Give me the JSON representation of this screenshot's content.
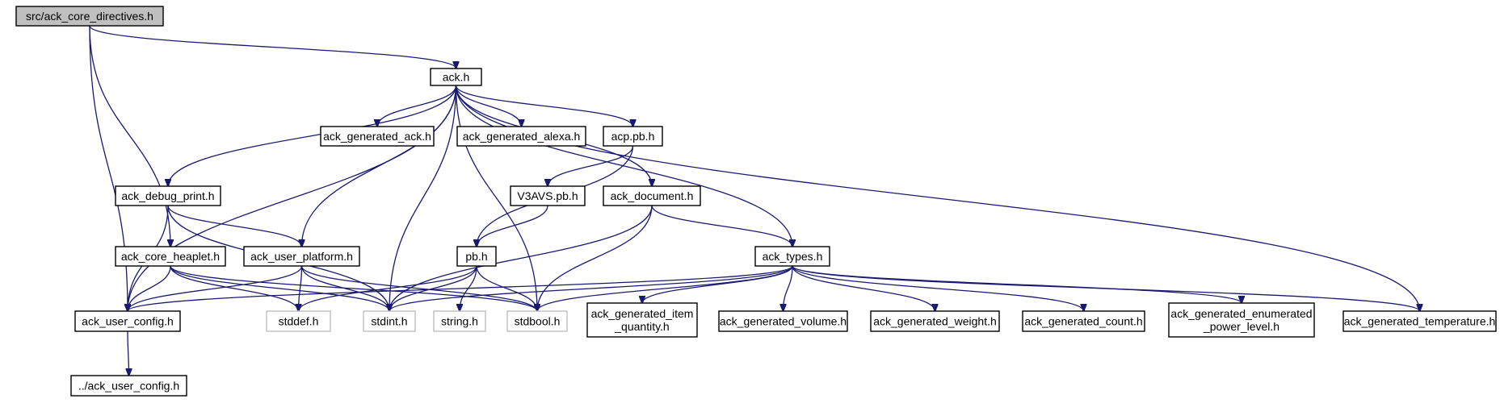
{
  "colors": {
    "edge": "#191970",
    "node_border": "#000000",
    "root_fill": "#bfbfbf",
    "node_fill": "#ffffff",
    "system_border": "#bfbfbf"
  },
  "nodes": [
    {
      "id": "src_ack_core_directives",
      "label": "src/ack_core_directives.h",
      "kind": "root"
    },
    {
      "id": "ack_h",
      "label": "ack.h",
      "kind": "file"
    },
    {
      "id": "ack_generated_ack",
      "label": "ack_generated_ack.h",
      "kind": "file"
    },
    {
      "id": "ack_generated_alexa",
      "label": "ack_generated_alexa.h",
      "kind": "file"
    },
    {
      "id": "acp_pb",
      "label": "acp.pb.h",
      "kind": "file"
    },
    {
      "id": "ack_debug_print",
      "label": "ack_debug_print.h",
      "kind": "file"
    },
    {
      "id": "v3avs_pb",
      "label": "V3AVS.pb.h",
      "kind": "file"
    },
    {
      "id": "ack_document",
      "label": "ack_document.h",
      "kind": "file"
    },
    {
      "id": "ack_core_heaplet",
      "label": "ack_core_heaplet.h",
      "kind": "file"
    },
    {
      "id": "ack_user_platform",
      "label": "ack_user_platform.h",
      "kind": "file"
    },
    {
      "id": "pb_h",
      "label": "pb.h",
      "kind": "file"
    },
    {
      "id": "ack_types",
      "label": "ack_types.h",
      "kind": "file"
    },
    {
      "id": "ack_user_config",
      "label": "ack_user_config.h",
      "kind": "file"
    },
    {
      "id": "stddef",
      "label": "stddef.h",
      "kind": "system"
    },
    {
      "id": "stdint",
      "label": "stdint.h",
      "kind": "system"
    },
    {
      "id": "string_h",
      "label": "string.h",
      "kind": "system"
    },
    {
      "id": "stdbool",
      "label": "stdbool.h",
      "kind": "system"
    },
    {
      "id": "ack_generated_item_quantity",
      "label": "ack_generated_item\n_quantity.h",
      "kind": "file"
    },
    {
      "id": "ack_generated_volume",
      "label": "ack_generated_volume.h",
      "kind": "file"
    },
    {
      "id": "ack_generated_weight",
      "label": "ack_generated_weight.h",
      "kind": "file"
    },
    {
      "id": "ack_generated_count",
      "label": "ack_generated_count.h",
      "kind": "file"
    },
    {
      "id": "ack_generated_enumerated_power_level",
      "label": "ack_generated_enumerated\n_power_level.h",
      "kind": "file"
    },
    {
      "id": "ack_generated_temperature",
      "label": "ack_generated_temperature.h",
      "kind": "file"
    },
    {
      "id": "parent_ack_user_config",
      "label": "../ack_user_config.h",
      "kind": "file"
    }
  ],
  "edges": [
    [
      "src_ack_core_directives",
      "ack_h"
    ],
    [
      "src_ack_core_directives",
      "ack_core_heaplet"
    ],
    [
      "src_ack_core_directives",
      "ack_user_config"
    ],
    [
      "ack_h",
      "ack_generated_ack"
    ],
    [
      "ack_h",
      "ack_generated_alexa"
    ],
    [
      "ack_h",
      "acp_pb"
    ],
    [
      "ack_h",
      "ack_debug_print"
    ],
    [
      "ack_h",
      "ack_document"
    ],
    [
      "ack_h",
      "ack_user_platform"
    ],
    [
      "ack_h",
      "ack_types"
    ],
    [
      "ack_h",
      "ack_user_config"
    ],
    [
      "ack_h",
      "stdint"
    ],
    [
      "ack_h",
      "stdbool"
    ],
    [
      "ack_h",
      "ack_generated_temperature"
    ],
    [
      "acp_pb",
      "v3avs_pb"
    ],
    [
      "acp_pb",
      "pb_h"
    ],
    [
      "v3avs_pb",
      "pb_h"
    ],
    [
      "ack_debug_print",
      "ack_user_platform"
    ],
    [
      "ack_debug_print",
      "ack_user_config"
    ],
    [
      "ack_debug_print",
      "stdint"
    ],
    [
      "ack_document",
      "ack_types"
    ],
    [
      "ack_document",
      "stdint"
    ],
    [
      "ack_document",
      "stdbool"
    ],
    [
      "ack_core_heaplet",
      "ack_user_config"
    ],
    [
      "ack_core_heaplet",
      "stddef"
    ],
    [
      "ack_core_heaplet",
      "stdint"
    ],
    [
      "ack_core_heaplet",
      "stdbool"
    ],
    [
      "ack_user_platform",
      "ack_user_config"
    ],
    [
      "ack_user_platform",
      "stddef"
    ],
    [
      "ack_user_platform",
      "stdint"
    ],
    [
      "ack_user_platform",
      "stdbool"
    ],
    [
      "pb_h",
      "stddef"
    ],
    [
      "pb_h",
      "stdint"
    ],
    [
      "pb_h",
      "string_h"
    ],
    [
      "pb_h",
      "stdbool"
    ],
    [
      "ack_types",
      "ack_user_config"
    ],
    [
      "ack_types",
      "stdint"
    ],
    [
      "ack_types",
      "stdbool"
    ],
    [
      "ack_types",
      "ack_generated_item_quantity"
    ],
    [
      "ack_types",
      "ack_generated_volume"
    ],
    [
      "ack_types",
      "ack_generated_weight"
    ],
    [
      "ack_types",
      "ack_generated_count"
    ],
    [
      "ack_types",
      "ack_generated_enumerated_power_level"
    ],
    [
      "ack_types",
      "ack_generated_temperature"
    ],
    [
      "ack_user_config",
      "parent_ack_user_config"
    ]
  ]
}
